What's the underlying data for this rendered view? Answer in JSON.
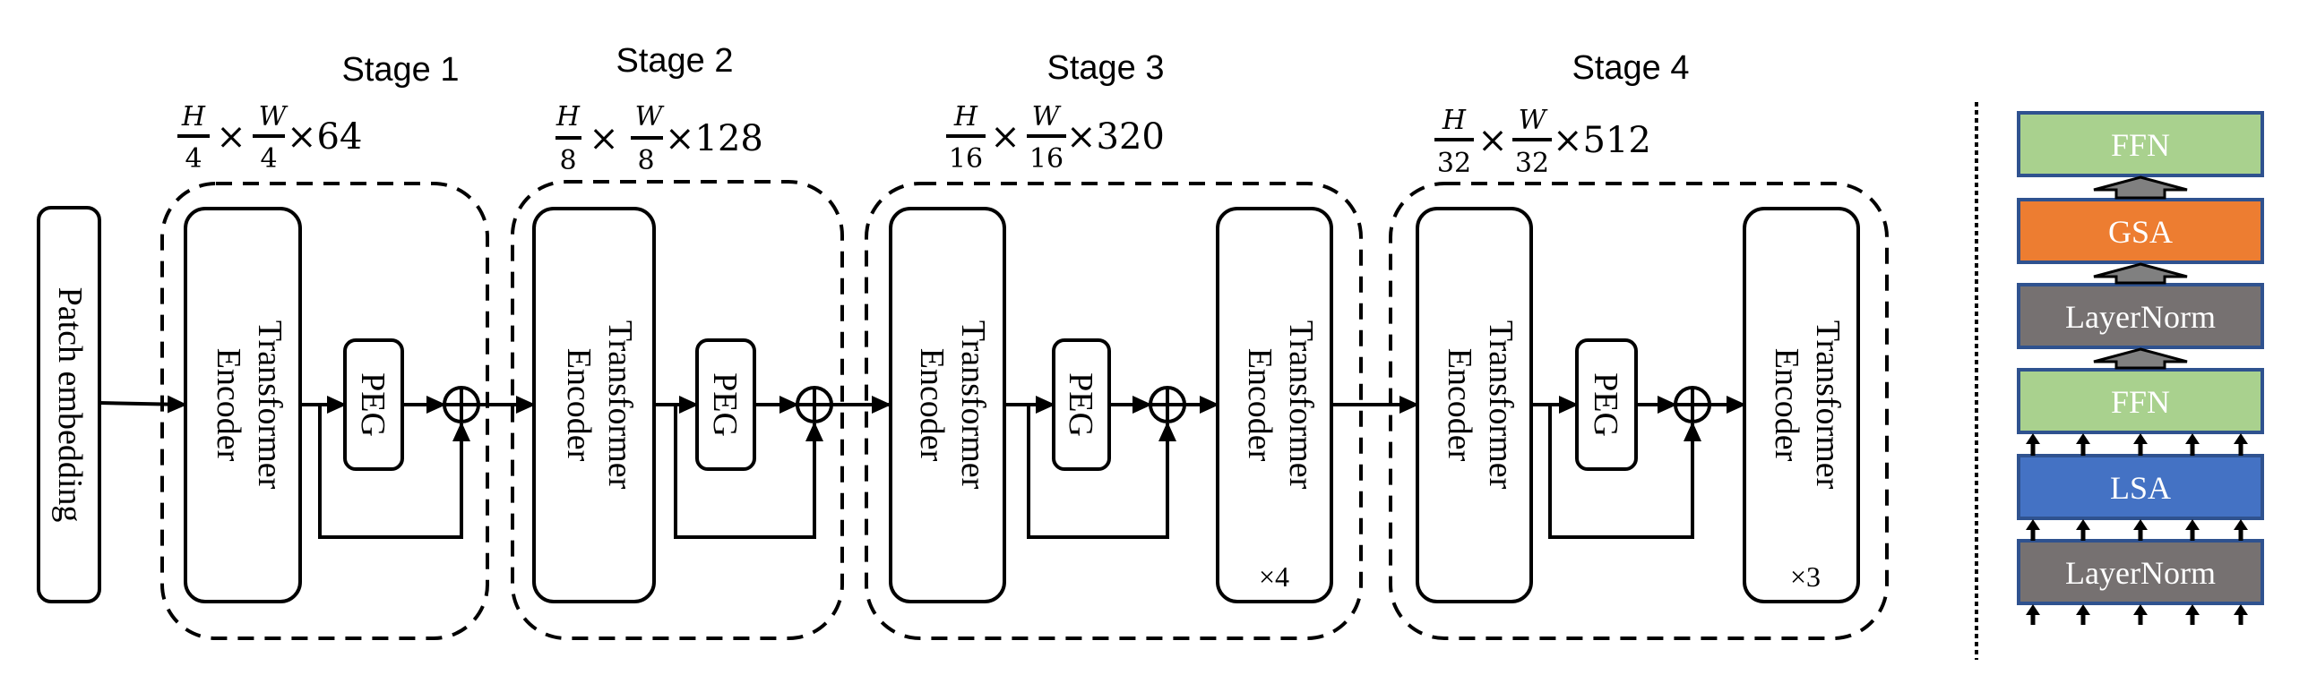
{
  "patch_embedding": {
    "label": "Patch embedding"
  },
  "stages": [
    {
      "title": "Stage 1",
      "dims": {
        "h_num": "H",
        "h_den": "4",
        "w_num": "W",
        "w_den": "4",
        "times": "×",
        "channels": "×64"
      },
      "encoders": [
        {
          "line1": "Transformer",
          "line2": "Encoder",
          "repeat": ""
        }
      ],
      "peg": "PEG"
    },
    {
      "title": "Stage 2",
      "dims": {
        "h_num": "H",
        "h_den": "8",
        "w_num": "W",
        "w_den": "8",
        "times": "×",
        "channels": "×128"
      },
      "encoders": [
        {
          "line1": "Transformer",
          "line2": "Encoder",
          "repeat": ""
        }
      ],
      "peg": "PEG"
    },
    {
      "title": "Stage 3",
      "dims": {
        "h_num": "H",
        "h_den": "16",
        "w_num": "W",
        "w_den": "16",
        "times": "×",
        "channels": "×320"
      },
      "encoders": [
        {
          "line1": "Transformer",
          "line2": "Encoder",
          "repeat": ""
        },
        {
          "line1": "Transformer",
          "line2": "Encoder",
          "repeat": "×4"
        }
      ],
      "peg": "PEG"
    },
    {
      "title": "Stage 4",
      "dims": {
        "h_num": "H",
        "h_den": "32",
        "w_num": "W",
        "w_den": "32",
        "times": "×",
        "channels": "×512"
      },
      "encoders": [
        {
          "line1": "Transformer",
          "line2": "Encoder",
          "repeat": ""
        },
        {
          "line1": "Transformer",
          "line2": "Encoder",
          "repeat": "×3"
        }
      ],
      "peg": "PEG"
    }
  ],
  "add_symbol": "⊕",
  "block_stack": {
    "layers_top_to_bottom": [
      {
        "label": "FFN",
        "color": "#a9d18e"
      },
      {
        "label": "GSA",
        "color": "#ed7d31"
      },
      {
        "label": "LayerNorm",
        "color": "#767171"
      },
      {
        "label": "FFN",
        "color": "#a9d18e"
      },
      {
        "label": "LSA",
        "color": "#4472c4"
      },
      {
        "label": "LayerNorm",
        "color": "#767171"
      }
    ],
    "border_color": "#2f528f",
    "block_arrow_color": "#808080"
  }
}
